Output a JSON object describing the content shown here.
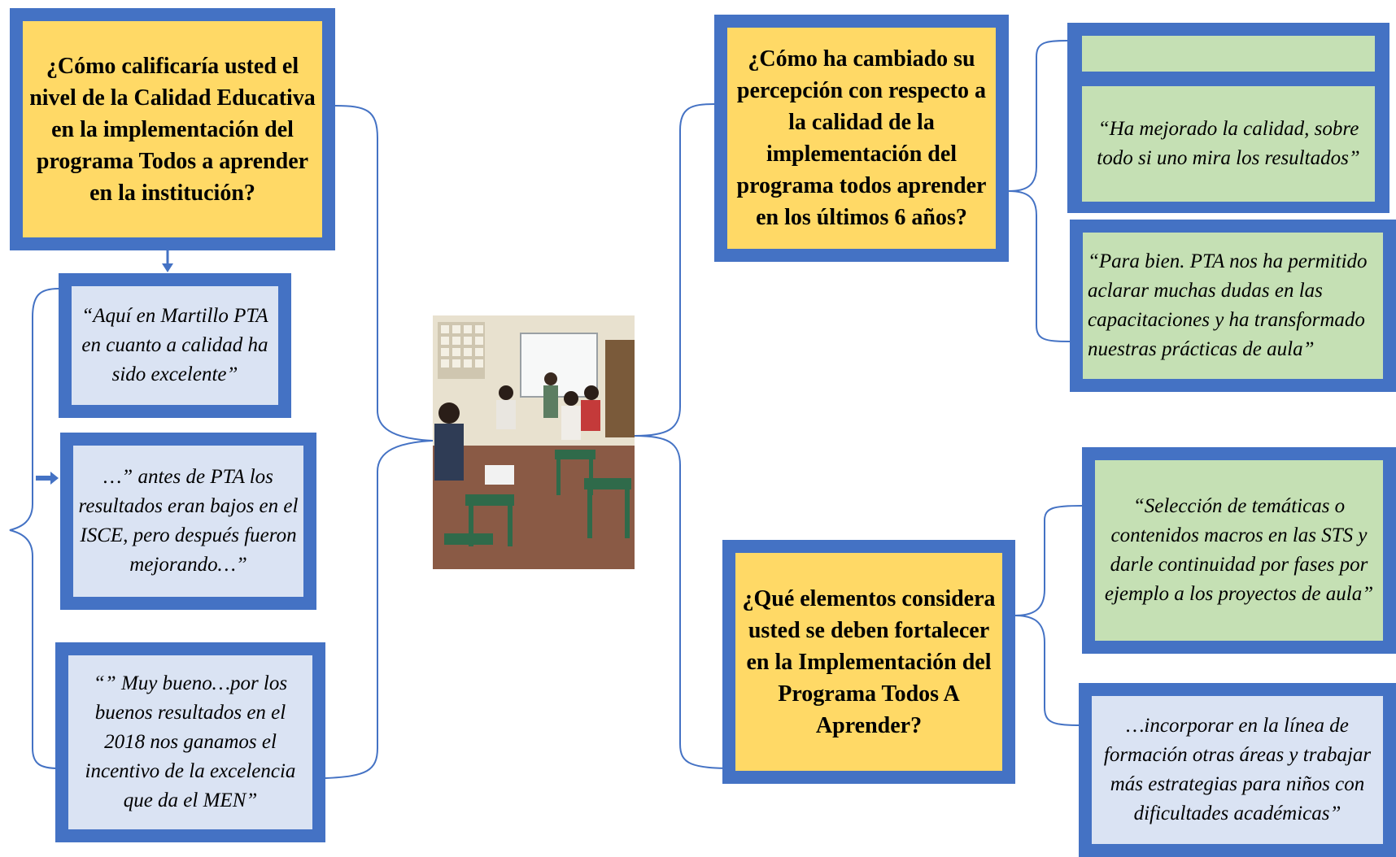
{
  "questions": {
    "q1": "¿Cómo calificaría usted el nivel de la Calidad Educativa en la implementación del programa Todos a aprender en la institución?",
    "q2": "¿Cómo ha cambiado su percepción con respecto a la calidad de la implementación del programa todos aprender en los últimos 6 años?",
    "q3": "¿Qué elementos considera usted se deben fortalecer en la Implementación del Programa Todos A Aprender?"
  },
  "answers_left": [
    "“Aquí en Martillo PTA en cuanto a calidad ha sido excelente”",
    "…” antes de PTA los resultados eran bajos en el ISCE, pero después fueron mejorando…”",
    "“” Muy bueno…por los buenos resultados en el 2018 nos ganamos el incentivo de la excelencia que da el MEN”"
  ],
  "answers_right_top": [
    "",
    "“Ha mejorado la calidad, sobre todo si uno mira los resultados”",
    "“Para bien. PTA nos ha permitido aclarar muchas dudas en las capacitaciones y ha transformado nuestras prácticas de aula”"
  ],
  "answers_right_bottom": [
    "“Selección de temáticas o contenidos macros en las STS y darle continuidad por fases por ejemplo a los proyectos de aula”",
    "…incorporar en la línea de formación otras áreas y trabajar más estrategias para niños con dificultades académicas”"
  ],
  "photo_caption": "",
  "colors": {
    "border": "#4472c4",
    "question_fill": "#ffd966",
    "left_answer_fill": "#dae3f3",
    "right_answer_fill": "#c5e0b4"
  }
}
